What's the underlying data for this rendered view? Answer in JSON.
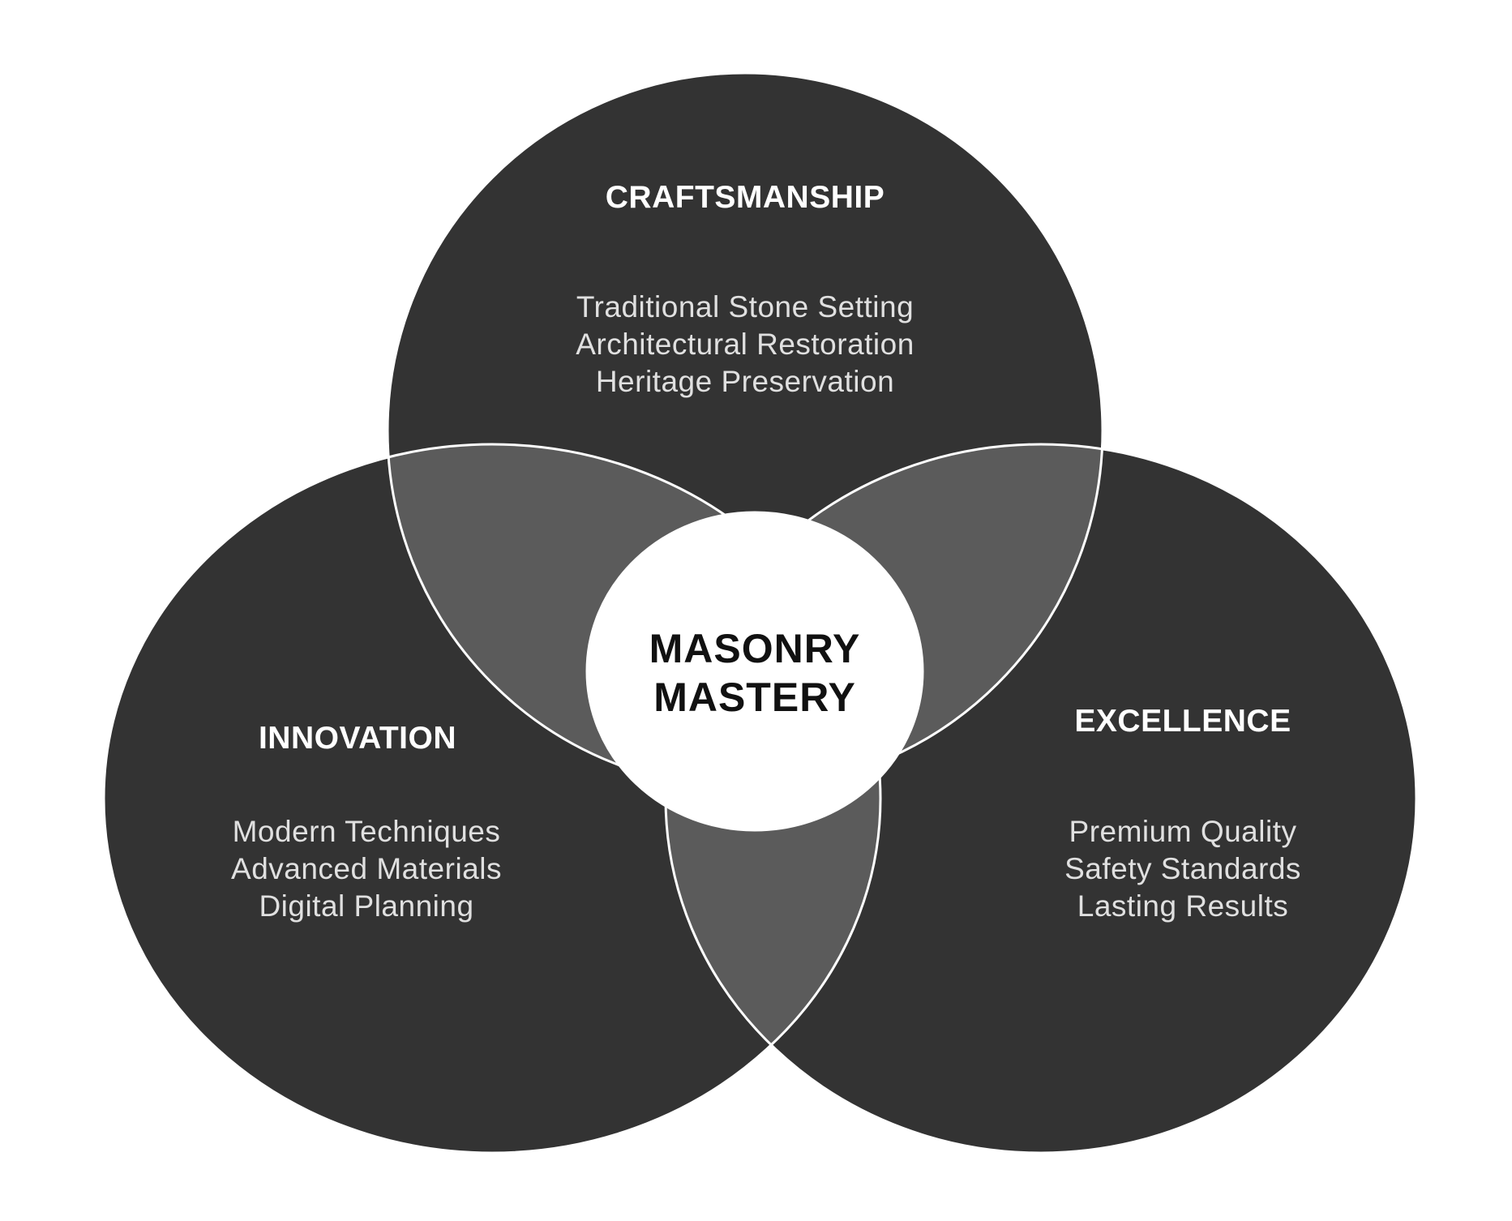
{
  "colors": {
    "background": "#ffffff",
    "circle_fill": "#333333",
    "overlap_fill": "#5b5b5b",
    "outline": "#ffffff",
    "center_fill": "#ffffff",
    "title_text": "#ffffff",
    "item_text": "#e0e0e0",
    "center_text": "#111111"
  },
  "center": {
    "line1": "MASONRY",
    "line2": "MASTERY"
  },
  "circles": {
    "top": {
      "title": "CRAFTSMANSHIP",
      "items": [
        "Traditional Stone Setting",
        "Architectural Restoration",
        "Heritage Preservation"
      ]
    },
    "left": {
      "title": "INNOVATION",
      "items": [
        "Modern Techniques",
        "Advanced Materials",
        "Digital Planning"
      ]
    },
    "right": {
      "title": "EXCELLENCE",
      "items": [
        "Premium Quality",
        "Safety Standards",
        "Lasting Results"
      ]
    }
  }
}
